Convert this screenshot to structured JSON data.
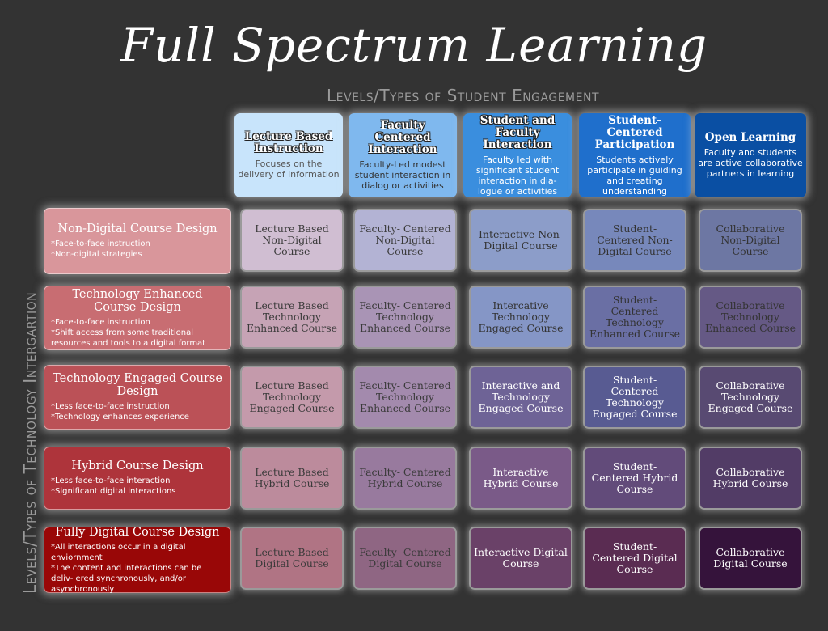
{
  "title": "Full Spectrum Learning",
  "column_axis_label": "Levels/Types of Student Engagement",
  "row_axis_label": "Levels/Types of Technology Intergartion",
  "columns": [
    {
      "title": "Lecture Based Instruction",
      "description": "Focuses on the delivery of information",
      "bg": "#c8e4fb",
      "text_color": "#555555"
    },
    {
      "title": "Faculty Centered Interaction",
      "description": "Faculty-Led modest student interaction in dialog or activities",
      "bg": "#7fb8ee",
      "text_color": "#333333"
    },
    {
      "title": "Student and Faculty Interaction",
      "description": "Faculty led with significant student interaction in dia- logue or activities",
      "bg": "#3a8ede",
      "text_color": "#ffffff"
    },
    {
      "title": "Student-Centered Participation",
      "description": "Students actively participate in guiding and creating understanding",
      "bg": "#1f6fcc",
      "text_color": "#ffffff"
    },
    {
      "title": "Open Learning",
      "description": "Faculty and students are active collaborative partners in learning",
      "bg": "#0a4fa3",
      "text_color": "#ffffff"
    }
  ],
  "rows": [
    {
      "title": "Non-Digital Course Design",
      "bullets": [
        "*Face-to-face instruction",
        "*Non-digital strategies"
      ],
      "bg": "#d9969b"
    },
    {
      "title": "Technology Enhanced Course Design",
      "bullets": [
        "*Face-to-face instruction",
        "*Shift access from some traditional resources and tools to a digital format"
      ],
      "bg": "#c86d72"
    },
    {
      "title": "Technology Engaged Course Design",
      "bullets": [
        "*Less face-to-face instruction",
        "*Technology enhances experience"
      ],
      "bg": "#bb5157"
    },
    {
      "title": "Hybrid Course Design",
      "bullets": [
        "*Less face-to-face interaction",
        "*Significant digital interactions"
      ],
      "bg": "#ae343b"
    },
    {
      "title": "Fully Digital Course Design",
      "bullets": [
        "*All interactions occur in a digital enviornment",
        "*The content and interactions can be deliv- ered synchronously, and/or asynchronously"
      ],
      "bg": "#990707"
    }
  ],
  "cells": [
    [
      {
        "text": "Lecture Based Non-Digital Course",
        "bg": "#d0bed2",
        "fg": "#3a3a3a"
      },
      {
        "text": "Faculty- Centered Non-Digital Course",
        "bg": "#b3b3d4",
        "fg": "#3a3a3a"
      },
      {
        "text": "Interactive Non-Digital Course",
        "bg": "#8c9dc9",
        "fg": "#333333"
      },
      {
        "text": "Student- Centered Non-Digital Course",
        "bg": "#7788bb",
        "fg": "#333333"
      },
      {
        "text": "Collaborative Non-Digital Course",
        "bg": "#6d77a3",
        "fg": "#333333"
      }
    ],
    [
      {
        "text": "Lecture Based Technology Enhanced Course",
        "bg": "#c6a3b5",
        "fg": "#3a3a3a"
      },
      {
        "text": "Faculty- Centered Technology Enhanced Course",
        "bg": "#a994b5",
        "fg": "#3a3a3a"
      },
      {
        "text": "Intercative Technology Engaged Course",
        "bg": "#8596c6",
        "fg": "#333333"
      },
      {
        "text": "Student- Centered Technology Enhanced Course",
        "bg": "#6a6fa4",
        "fg": "#333333"
      },
      {
        "text": "Collaborative Technology Enhanced Course",
        "bg": "#655985",
        "fg": "#333333"
      }
    ],
    [
      {
        "text": "Lecture Based Technology Engaged Course",
        "bg": "#c49aab",
        "fg": "#3a3a3a"
      },
      {
        "text": "Faculty- Centered Technology Enhanced Course",
        "bg": "#a38aad",
        "fg": "#3a3a3a"
      },
      {
        "text": "Interactive and Technology Engaged Course",
        "bg": "#6e6396",
        "fg": "#ffffff"
      },
      {
        "text": "Student- Centered Technology Engaged Course",
        "bg": "#585b92",
        "fg": "#ffffff"
      },
      {
        "text": "Collaborative Technology Engaged Course",
        "bg": "#584a72",
        "fg": "#ffffff"
      }
    ],
    [
      {
        "text": "Lecture Based Hybrid Course",
        "bg": "#bc8b9c",
        "fg": "#3a3a3a"
      },
      {
        "text": "Faculty- Centered Hybrid Course",
        "bg": "#987a9e",
        "fg": "#3a3a3a"
      },
      {
        "text": "Interactive Hybrid Course",
        "bg": "#7a5a88",
        "fg": "#ffffff"
      },
      {
        "text": "Student- Centered Hybrid Course",
        "bg": "#624b7a",
        "fg": "#ffffff"
      },
      {
        "text": "Collaborative Hybrid Course",
        "bg": "#523c66",
        "fg": "#ffffff"
      }
    ],
    [
      {
        "text": "Lecture Based Digital Course",
        "bg": "#b07484",
        "fg": "#3a3a3a"
      },
      {
        "text": "Faculty- Centered Digital Course",
        "bg": "#8f6683",
        "fg": "#3a3a3a"
      },
      {
        "text": "Interactive Digital Course",
        "bg": "#6a4168",
        "fg": "#ffffff"
      },
      {
        "text": "Student- Centered Digital Course",
        "bg": "#5a2c52",
        "fg": "#ffffff"
      },
      {
        "text": "Collaborative Digital Course",
        "bg": "#35133b",
        "fg": "#ffffff"
      }
    ]
  ]
}
